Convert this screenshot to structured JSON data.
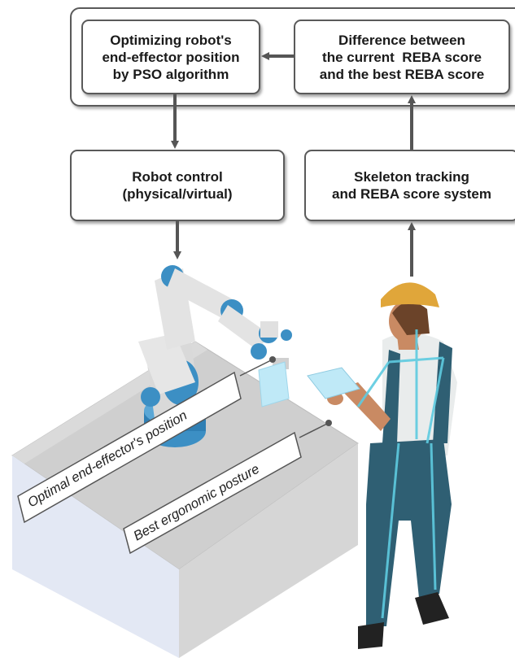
{
  "boxes": {
    "pso": [
      "Optimizing robot's",
      "end-effector position",
      "by PSO algorithm"
    ],
    "difference": [
      "Difference between",
      "the current  REBA score",
      "and the best REBA score"
    ],
    "robot_control": [
      "Robot control",
      "(physical/virtual)"
    ],
    "skeleton": [
      "Skeleton tracking",
      "and REBA score system"
    ]
  },
  "callouts": {
    "end_effector": "Optimal end-effector's position",
    "posture": "Best ergonomic posture"
  },
  "colors": {
    "box_border": "#5a5a5a",
    "arrow": "#555555",
    "robot_blue": "#3c8fc4",
    "robot_gray": "#d9d9d9",
    "worker_cap": "#e0a63a",
    "worker_overalls": "#2f5f73",
    "skeleton_line": "#5ecbe0"
  }
}
